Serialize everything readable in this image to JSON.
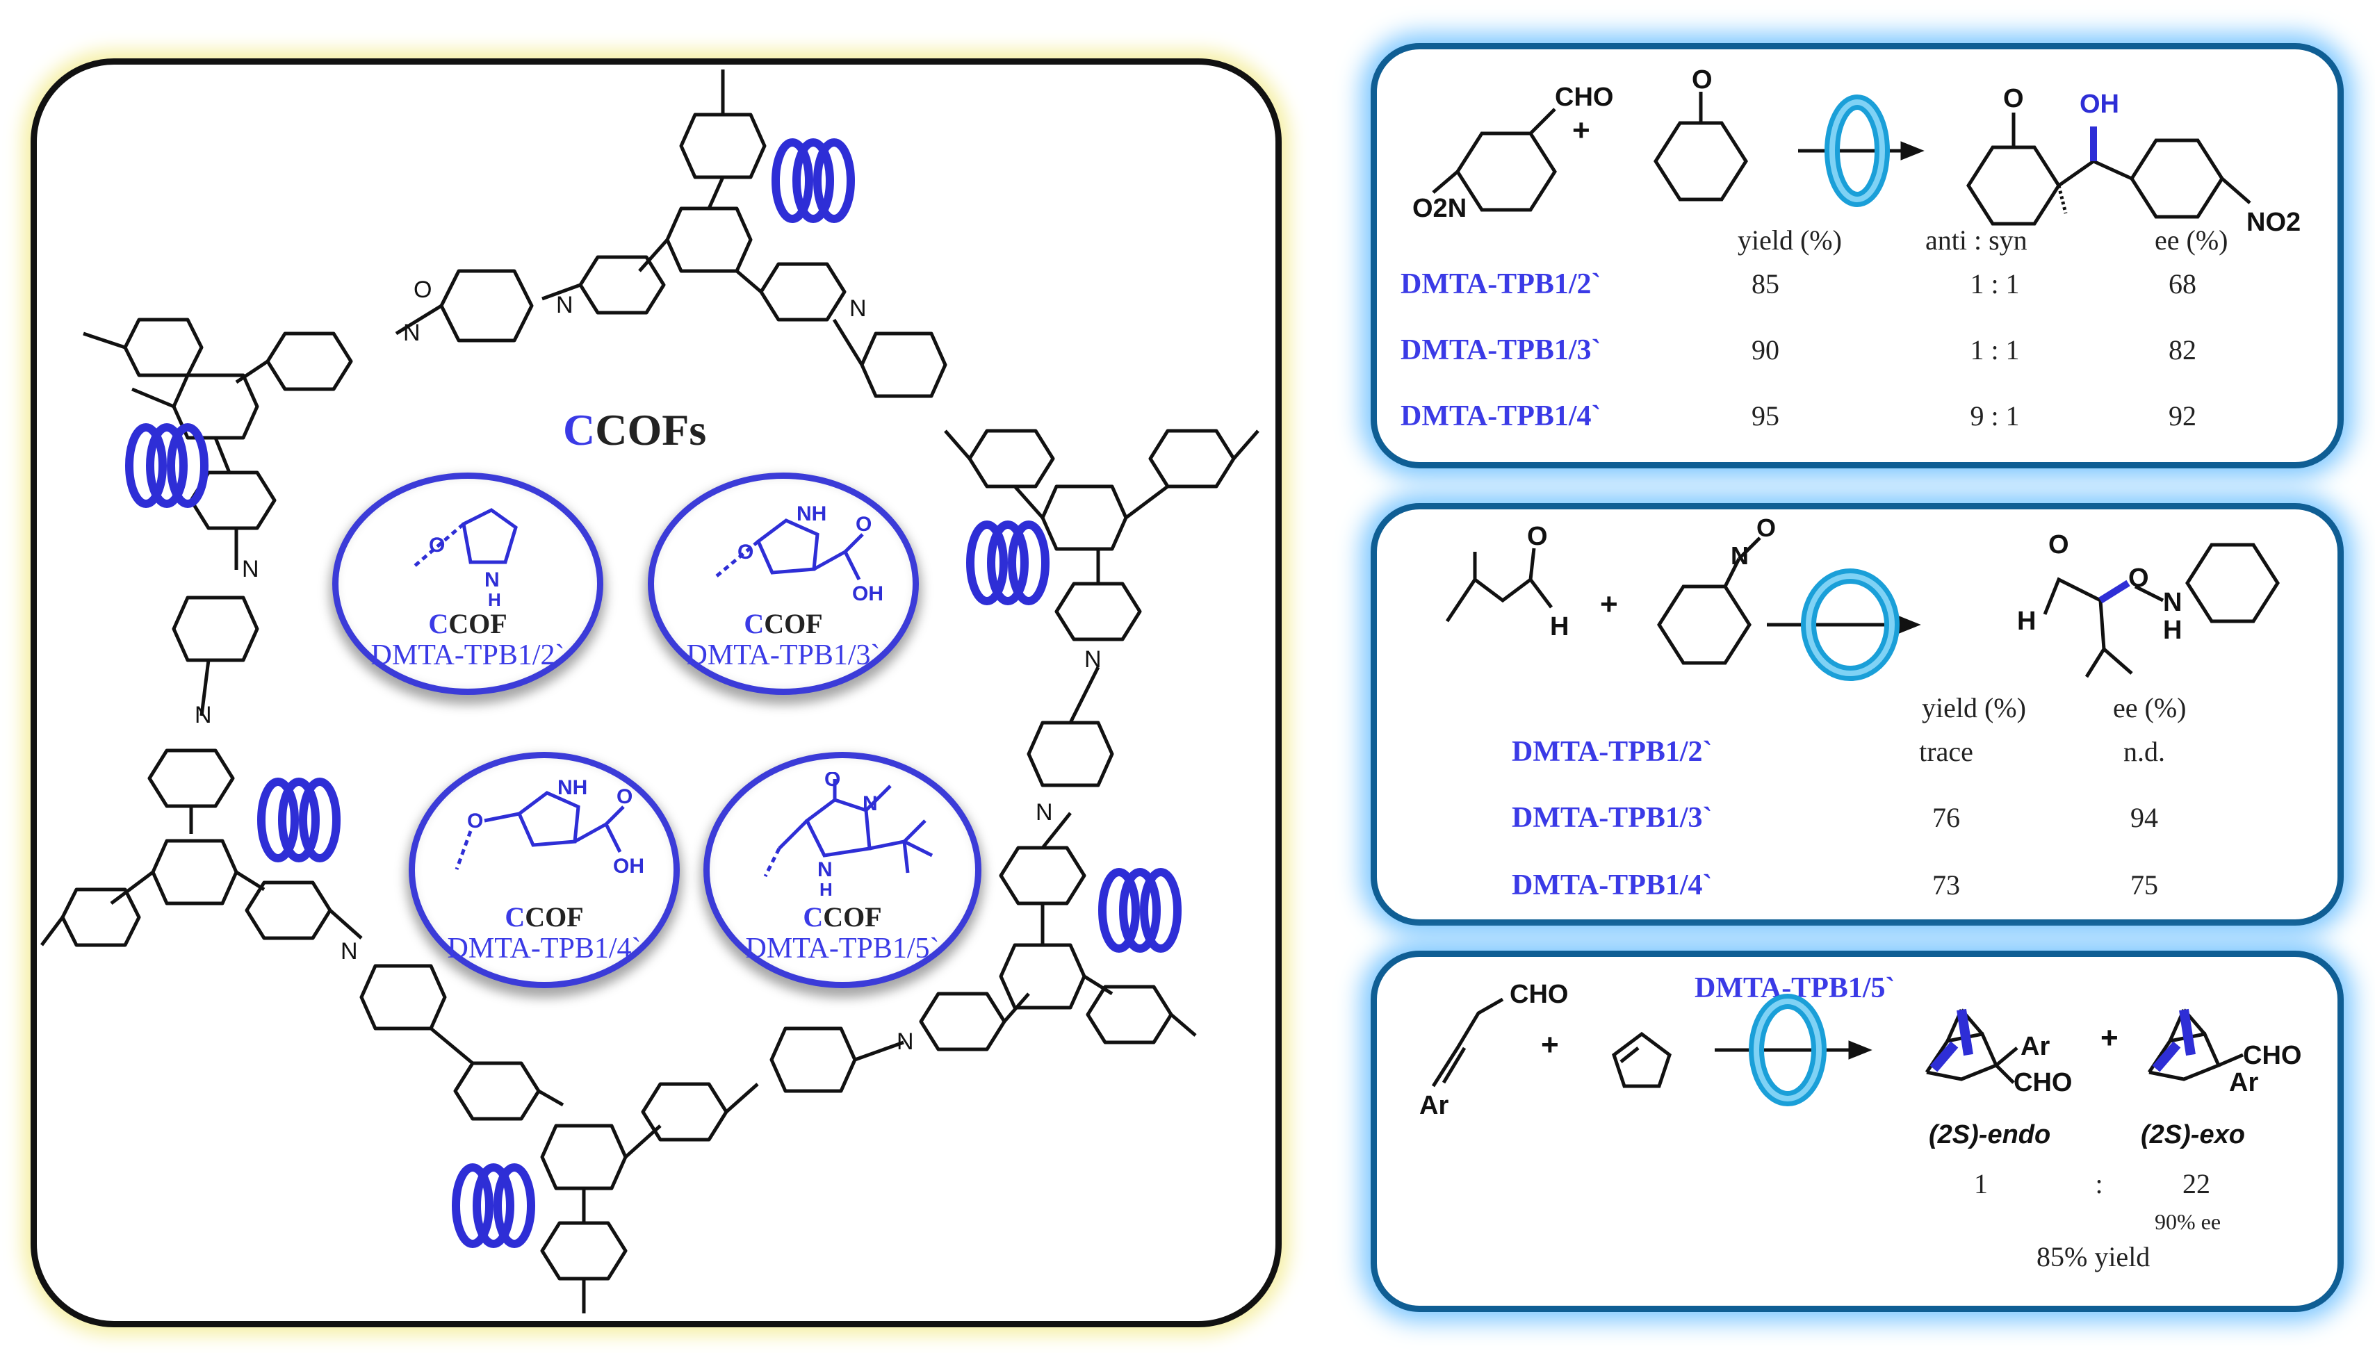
{
  "framework": {
    "title_first_letter": "C",
    "title_rest": "COFs",
    "methoxy": "O",
    "imine_n": "N",
    "circles": [
      {
        "prefix": "C",
        "label_rest": "COF",
        "name": "DMTA-TPB1/2`"
      },
      {
        "prefix": "C",
        "label_rest": "COF",
        "name": "DMTA-TPB1/3`"
      },
      {
        "prefix": "C",
        "label_rest": "COF",
        "name": "DMTA-TPB1/4`"
      },
      {
        "prefix": "C",
        "label_rest": "COF",
        "name": "DMTA-TPB1/5`"
      }
    ],
    "atom_labels": {
      "nh": "NH",
      "n": "N",
      "h": "H",
      "o": "O",
      "oh": "OH"
    }
  },
  "aldol": {
    "reagent_aldehyde": "CHO",
    "reagent_nitro": "O2N",
    "plus": "+",
    "ketone_o": "O",
    "product_oh": "OH",
    "product_o": "O",
    "product_nitro": "NO2",
    "headers": [
      "yield (%)",
      "anti : syn",
      "ee (%)"
    ],
    "rows": [
      {
        "catalyst": "DMTA-TPB1/2`",
        "yield": "85",
        "ratio": "1 : 1",
        "ee": "68"
      },
      {
        "catalyst": "DMTA-TPB1/3`",
        "yield": "90",
        "ratio": "1 : 1",
        "ee": "82"
      },
      {
        "catalyst": "DMTA-TPB1/4`",
        "yield": "95",
        "ratio": "9 : 1",
        "ee": "92"
      }
    ]
  },
  "aminoxylation": {
    "plus": "+",
    "aldehyde_o": "O",
    "aldehyde_h": "H",
    "nitroso_n": "N",
    "nitroso_o": "O",
    "product_h": "H",
    "product_o": "O",
    "product_o2": "O",
    "product_n": "N",
    "product_nh": "H",
    "headers": [
      "yield (%)",
      "ee (%)"
    ],
    "rows": [
      {
        "catalyst": "DMTA-TPB1/2`",
        "yield": "trace",
        "ee": "n.d."
      },
      {
        "catalyst": "DMTA-TPB1/3`",
        "yield": "76",
        "ee": "94"
      },
      {
        "catalyst": "DMTA-TPB1/4`",
        "yield": "73",
        "ee": "75"
      }
    ]
  },
  "diels_alder": {
    "catalyst": "DMTA-TPB1/5`",
    "reagent_cho": "CHO",
    "reagent_ar": "Ar",
    "plus": "+",
    "plus2": "+",
    "endo_ar": "Ar",
    "endo_cho": "CHO",
    "exo_cho": "CHO",
    "exo_ar": "Ar",
    "endo_label": "(2S)-endo",
    "exo_label": "(2S)-exo",
    "ratio_left": "1",
    "ratio_sep": ":",
    "ratio_right": "22",
    "ee_note": "90% ee",
    "yield_note": "85% yield"
  }
}
